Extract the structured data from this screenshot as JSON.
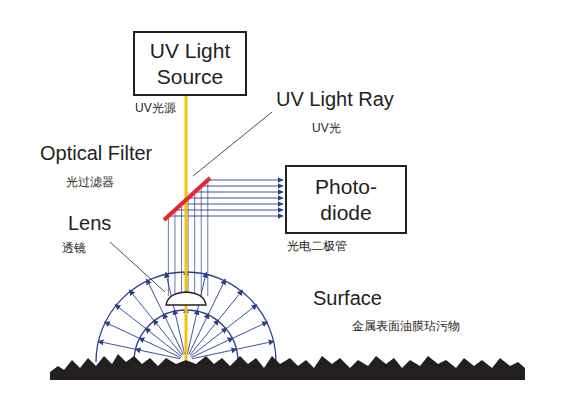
{
  "diagram": {
    "nodes": [
      {
        "text": [
          "UV Light Source",
          "UV光源"
        ]
      },
      {
        "text": [
          "Photo- diode",
          "光电二极管"
        ]
      }
    ],
    "labels": [
      "UV Light Ray",
      "UV光",
      "Optical Filter",
      "光过滤器",
      "Lens",
      "透镜",
      "Surface",
      "金属表面油膜玷污物"
    ]
  }
}
